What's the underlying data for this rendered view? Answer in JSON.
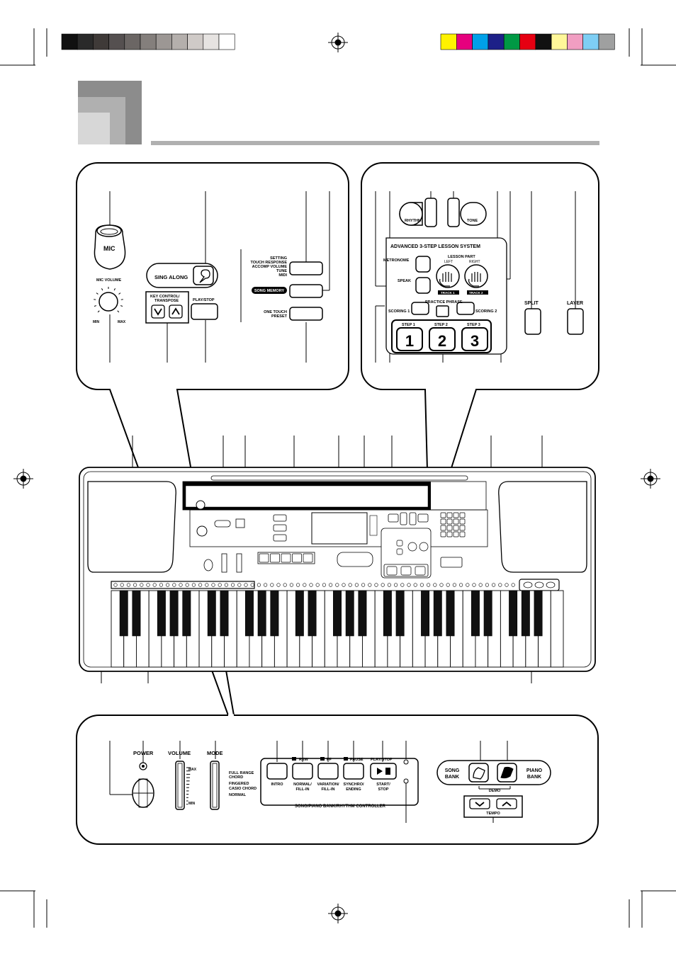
{
  "colors": {
    "gray_swatches": [
      "#111111",
      "#2a2a2a",
      "#3f3a38",
      "#555050",
      "#6b6664",
      "#847f7c",
      "#9c9794",
      "#b4afac",
      "#cfcac7",
      "#e6e3e1",
      "#ffffff"
    ],
    "color_swatches": [
      "#fff200",
      "#e6007e",
      "#00a0e9",
      "#1d2088",
      "#009944",
      "#e60012",
      "#111111",
      "#fff799",
      "#f19ec2",
      "#7ecef4",
      "#9fa0a0"
    ],
    "header_gray_dark": "#8c8c8c",
    "header_gray_mid": "#b0b0b0",
    "header_gray_light": "#d7d7d7"
  },
  "top_left_panel": {
    "mic": "MIC",
    "mic_volume": "MIC VOLUME",
    "min": "MIN",
    "max": "MAX",
    "sing_along": "SING ALONG",
    "key_control": "KEY CONTROL/",
    "transpose": "TRANSPOSE",
    "play_stop": "PLAY/STOP",
    "setting": "SETTING",
    "touch_response": "TOUCH RESPONSE",
    "accomp_volume": "ACCOMP VOLUME",
    "tune": "TUNE",
    "midi": "MIDI",
    "song_memory": "SONG MEMORY",
    "one_touch": "ONE TOUCH",
    "preset": "PRESET"
  },
  "top_right_panel": {
    "rhythm": "RHYTHM",
    "tone": "TONE",
    "advanced_lesson": "ADVANCED 3-STEP LESSON SYSTEM",
    "metronome": "METRONOME",
    "lesson_part": "LESSON PART",
    "left": "LEFT",
    "right": "RIGHT",
    "speak": "SPEAK",
    "track1": "TRACK 1",
    "track2": "TRACK 2",
    "practice_phrase": "PRACTICE PHRASE",
    "scoring1": "SCORING 1",
    "scoring2": "SCORING 2",
    "step1": "STEP 1",
    "step2": "STEP 2",
    "step3": "STEP 3",
    "num1": "1",
    "num2": "2",
    "num3": "3",
    "split": "SPLIT",
    "layer": "LAYER"
  },
  "bottom_panel": {
    "power": "POWER",
    "volume": "VOLUME",
    "mode": "MODE",
    "max": "MAX",
    "min": "MIN",
    "mode_options": [
      "FULL RANGE",
      "CHORD",
      "FINGERED",
      "CASIO CHORD",
      "NORMAL"
    ],
    "rew": "REW",
    "ff": "FF",
    "pause": "PAUSE",
    "play_stop": "PLAY/STOP",
    "intro": "INTRO",
    "normal_fill": [
      "NORMAL/",
      "FILL-IN"
    ],
    "variation_fill": [
      "VARIATION/",
      "FILL-IN"
    ],
    "synchro_ending": [
      "SYNCHRO/",
      "ENDING"
    ],
    "start_stop": [
      "START/",
      "STOP"
    ],
    "controller": "SONG/PIANO BANK/RHYTHM CONTROLLER",
    "song_bank": [
      "SONG",
      "BANK"
    ],
    "piano_bank": [
      "PIANO",
      "BANK"
    ],
    "demo": "DEMO",
    "tempo": "TEMPO"
  }
}
